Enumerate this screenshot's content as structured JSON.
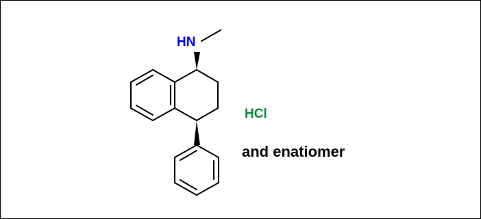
{
  "structure": {
    "amine_label": "HN",
    "salt_label": "HCl",
    "note": "and enatiomer"
  },
  "colors": {
    "nitrogen": "#0000ff",
    "salt": "#0b8a3a",
    "bonds": "#000000",
    "frame": "#000000"
  }
}
